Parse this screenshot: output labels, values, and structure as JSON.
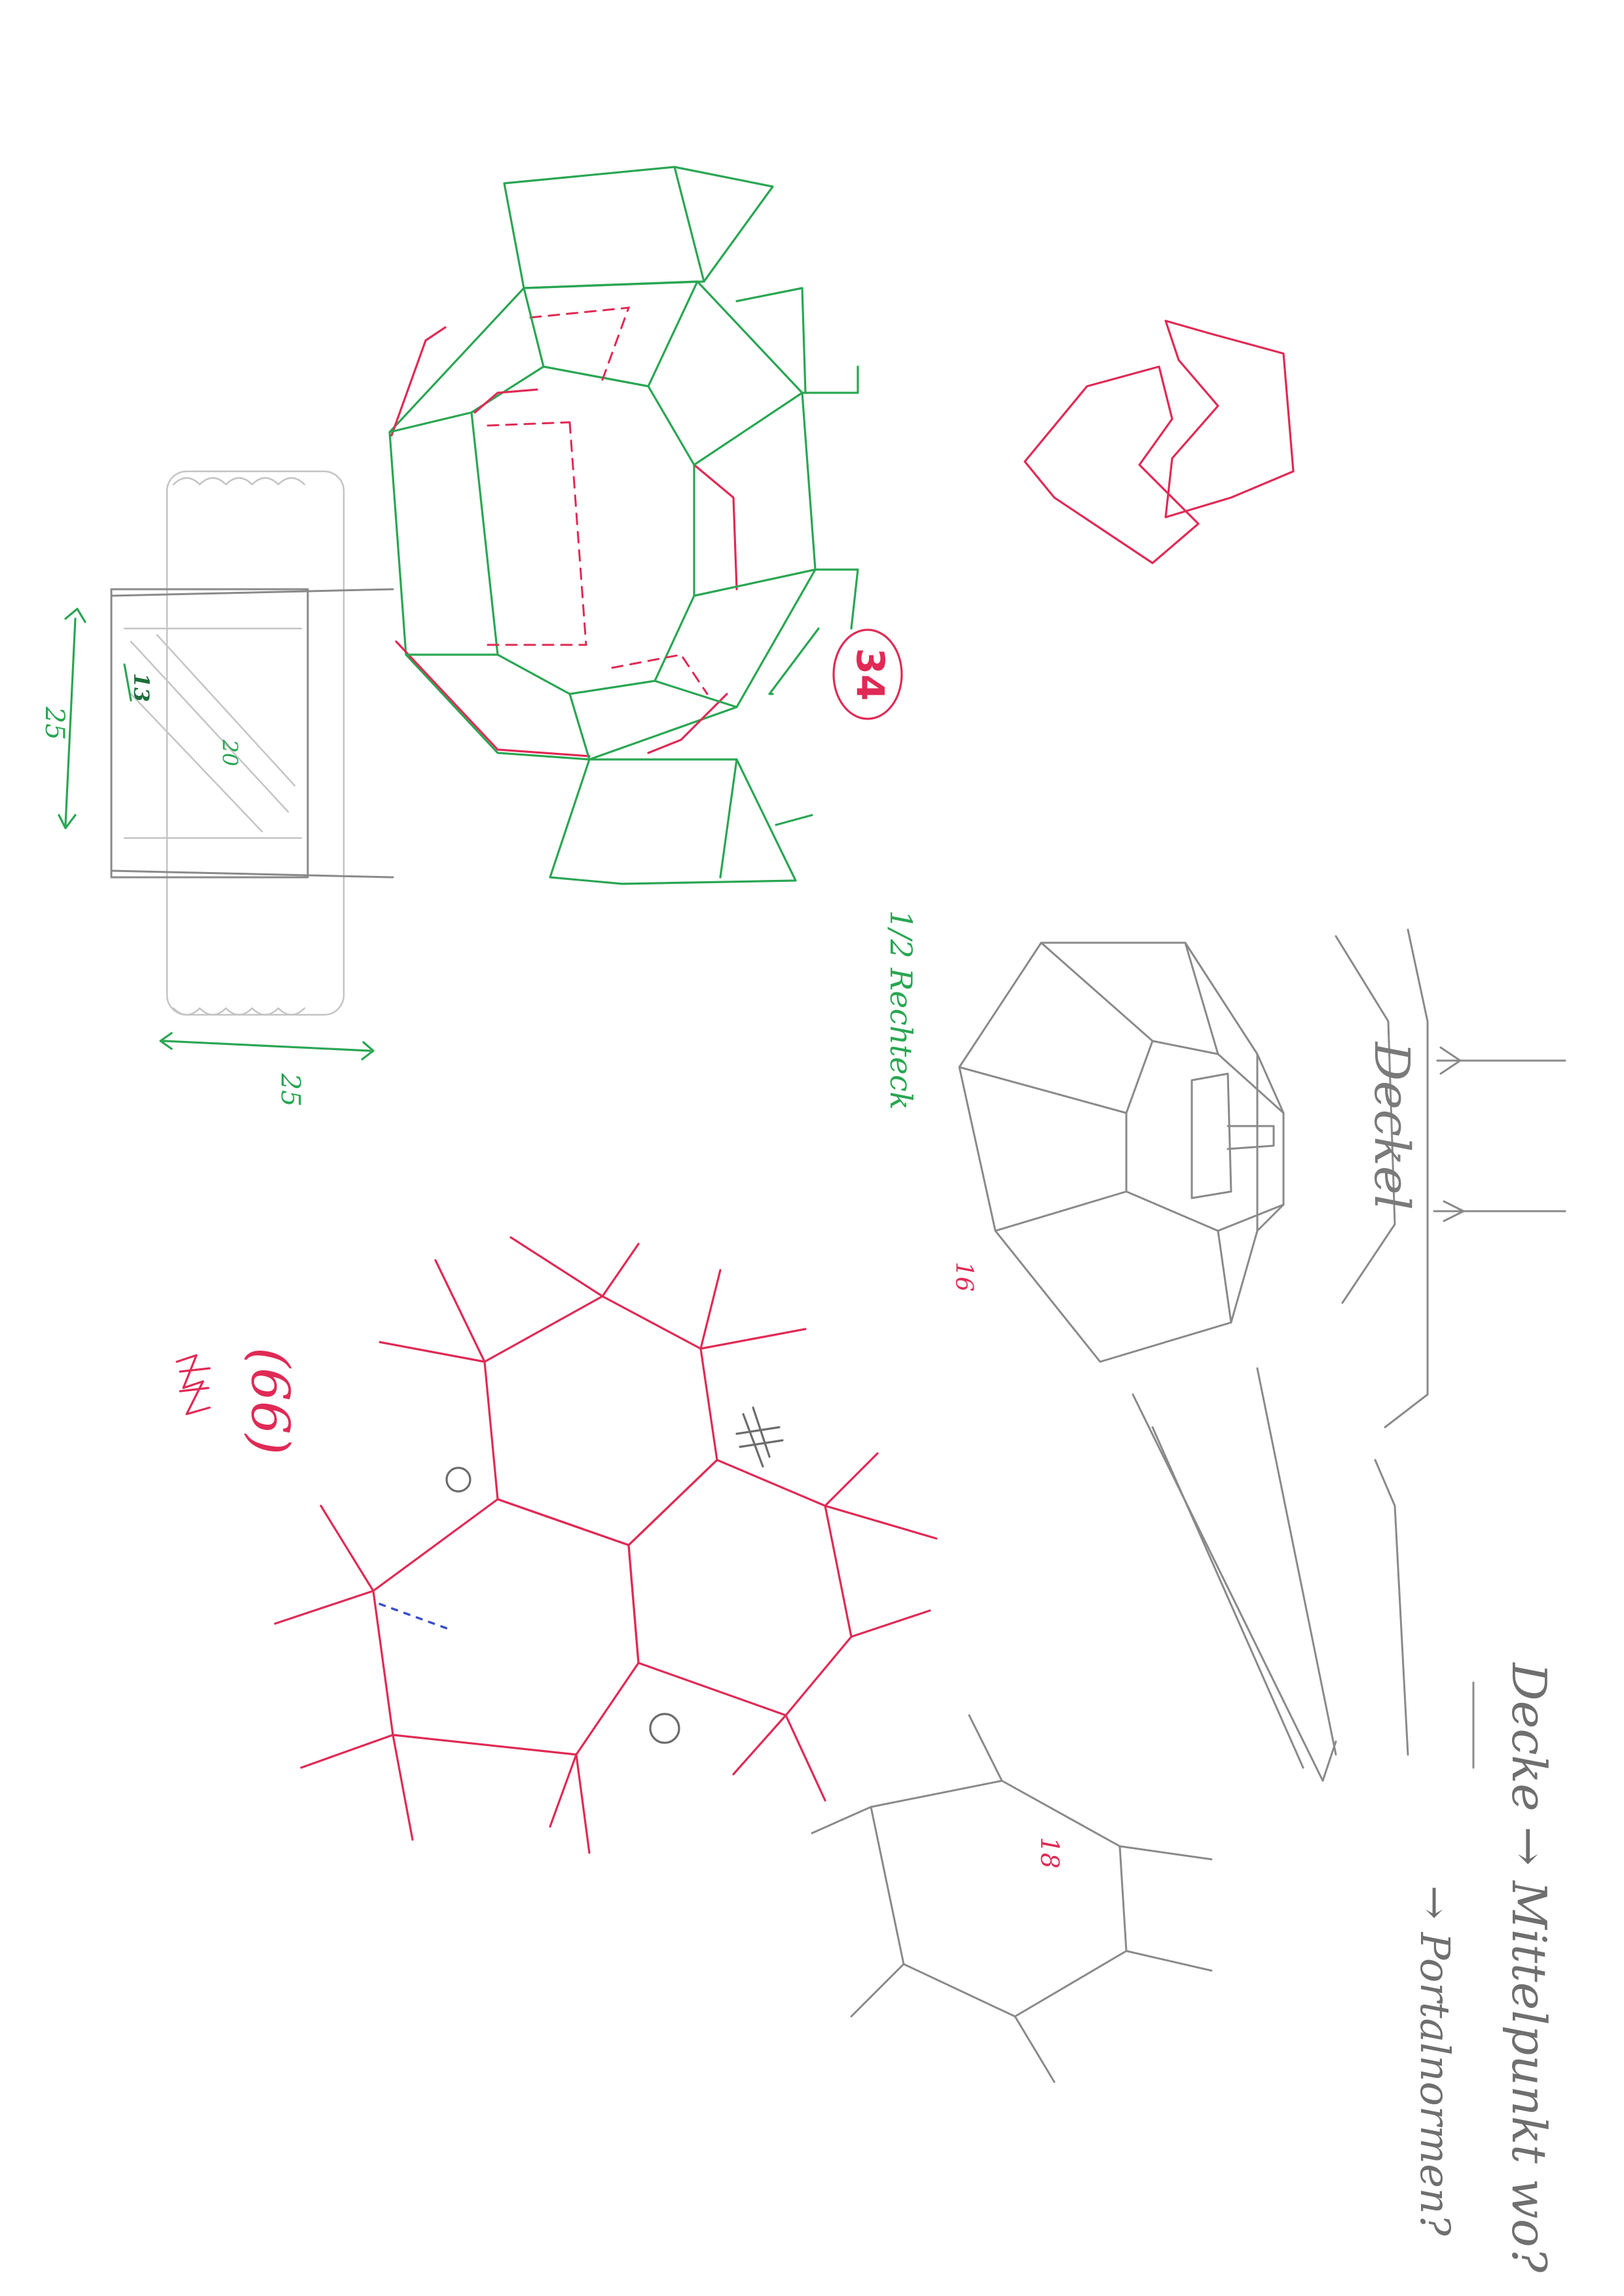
{
  "sheet": {
    "background": "#ffffff",
    "ink_colors": {
      "graphite": "#8a8a8a",
      "green": "#2aa653",
      "red": "#e02a55",
      "blue": "#3b4fc9"
    }
  },
  "labels": {
    "number_34": "34",
    "half_rect": "1/2 Rechteck",
    "dim_25_top": "25",
    "dim_25_bottom": "25",
    "dim_13": "13",
    "dim_20": "20",
    "number_66": "(66)",
    "number_16": "16",
    "number_18": "18",
    "deckel": "Deckel",
    "note_line1": "Decke → Mittelpunkt wo?",
    "note_line2": "→ Portalnormen?"
  }
}
